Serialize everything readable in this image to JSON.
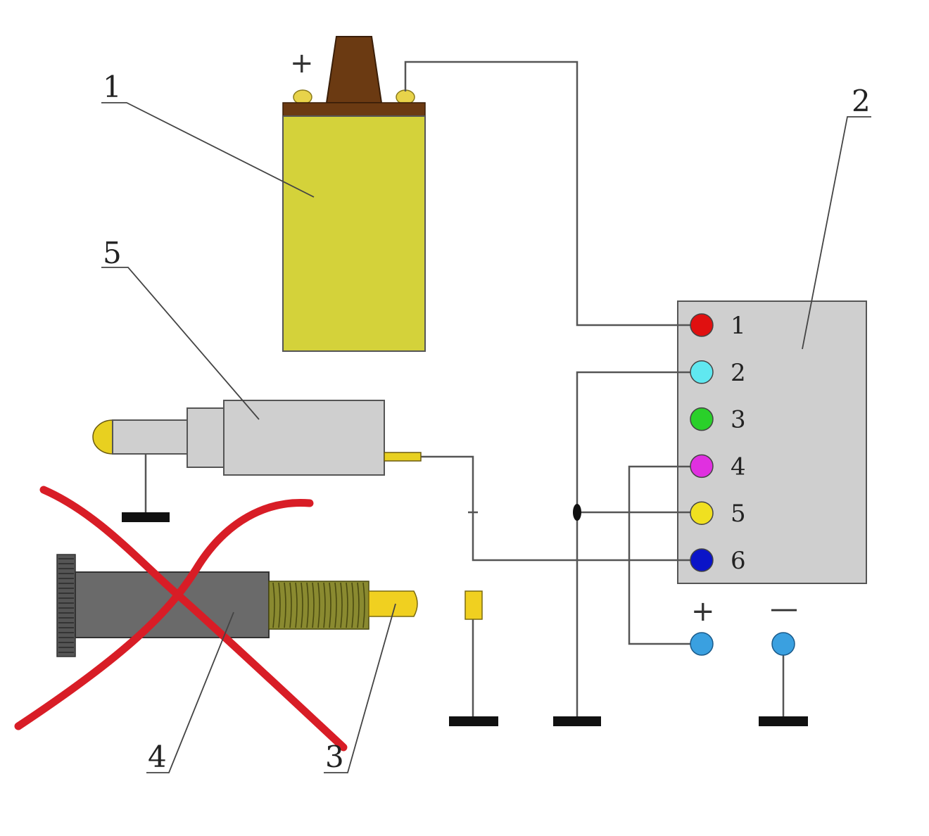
{
  "callouts": {
    "coil": "1",
    "module": "2",
    "plug": "3",
    "screw": "4",
    "sensor": "5"
  },
  "coil": {
    "plus_sign": "+",
    "body_color": "#d4d23a",
    "cap_color": "#6b3a12"
  },
  "module": {
    "body_color": "#cfcfcf",
    "pins": [
      {
        "label": "1",
        "color": "#e01010"
      },
      {
        "label": "2",
        "color": "#60e8f0"
      },
      {
        "label": "3",
        "color": "#2ad02a"
      },
      {
        "label": "4",
        "color": "#e030e0"
      },
      {
        "label": "5",
        "color": "#f0e020"
      },
      {
        "label": "6",
        "color": "#0a14c8"
      }
    ]
  },
  "power": {
    "plus_sign": "+",
    "minus_sign": "—",
    "terminal_color": "#3aa0e0"
  },
  "strike": {
    "color": "#d81d26"
  }
}
